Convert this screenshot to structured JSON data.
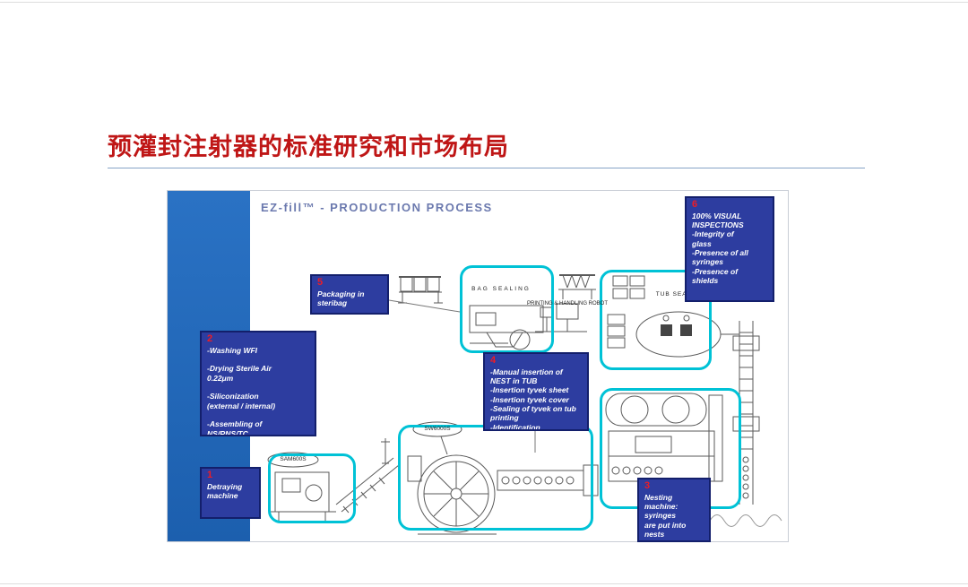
{
  "page": {
    "title": "预灌封注射器的标准研究和市场布局"
  },
  "diagram": {
    "title": "EZ-fill™ - PRODUCTION PROCESS",
    "callouts": [
      {
        "num": "1",
        "text": "Detraying\nmachine"
      },
      {
        "num": "2",
        "text": "-Washing WFI\n\n-Drying Sterile Air\n0.22μm\n\n-Siliconization\n(external / internal)\n\n-Assembling of\nNS/RNS/TC"
      },
      {
        "num": "3",
        "text": "Nesting\nmachine:\nsyringes\nare put into\nnests"
      },
      {
        "num": "4",
        "text": "-Manual insertion of\nNEST in TUB\n-Insertion tyvek sheet\n-Insertion tyvek cover\n-Sealing of tyvek on tub\nprinting\n-Identification"
      },
      {
        "num": "5",
        "text": "Packaging in\nsteribag"
      },
      {
        "num": "6",
        "text": "100% VISUAL\nINSPECTIONS\n-Integrity of\nglass\n-Presence of all\nsyringes\n-Presence of\nshields"
      }
    ],
    "machine_labels": {
      "bag_sealing": "BAG  SEALING",
      "printing_robot": "PRINTING & HANDLING ROBOT",
      "tub_sealer": "TUB SEALER",
      "sw6000s": "SW6000S",
      "sam600s": "SAM600S"
    }
  },
  "colors": {
    "title_red": "#bf1616",
    "rule_blue_gray": "#86a3c6",
    "left_bar_blue": "#2166b3",
    "callout_bg": "#2d3da0",
    "callout_border": "#131f6b",
    "callout_number_red": "#ee1c25",
    "cyan_highlight": "#00c2d6",
    "diagram_title_blue": "#6b79ae"
  }
}
